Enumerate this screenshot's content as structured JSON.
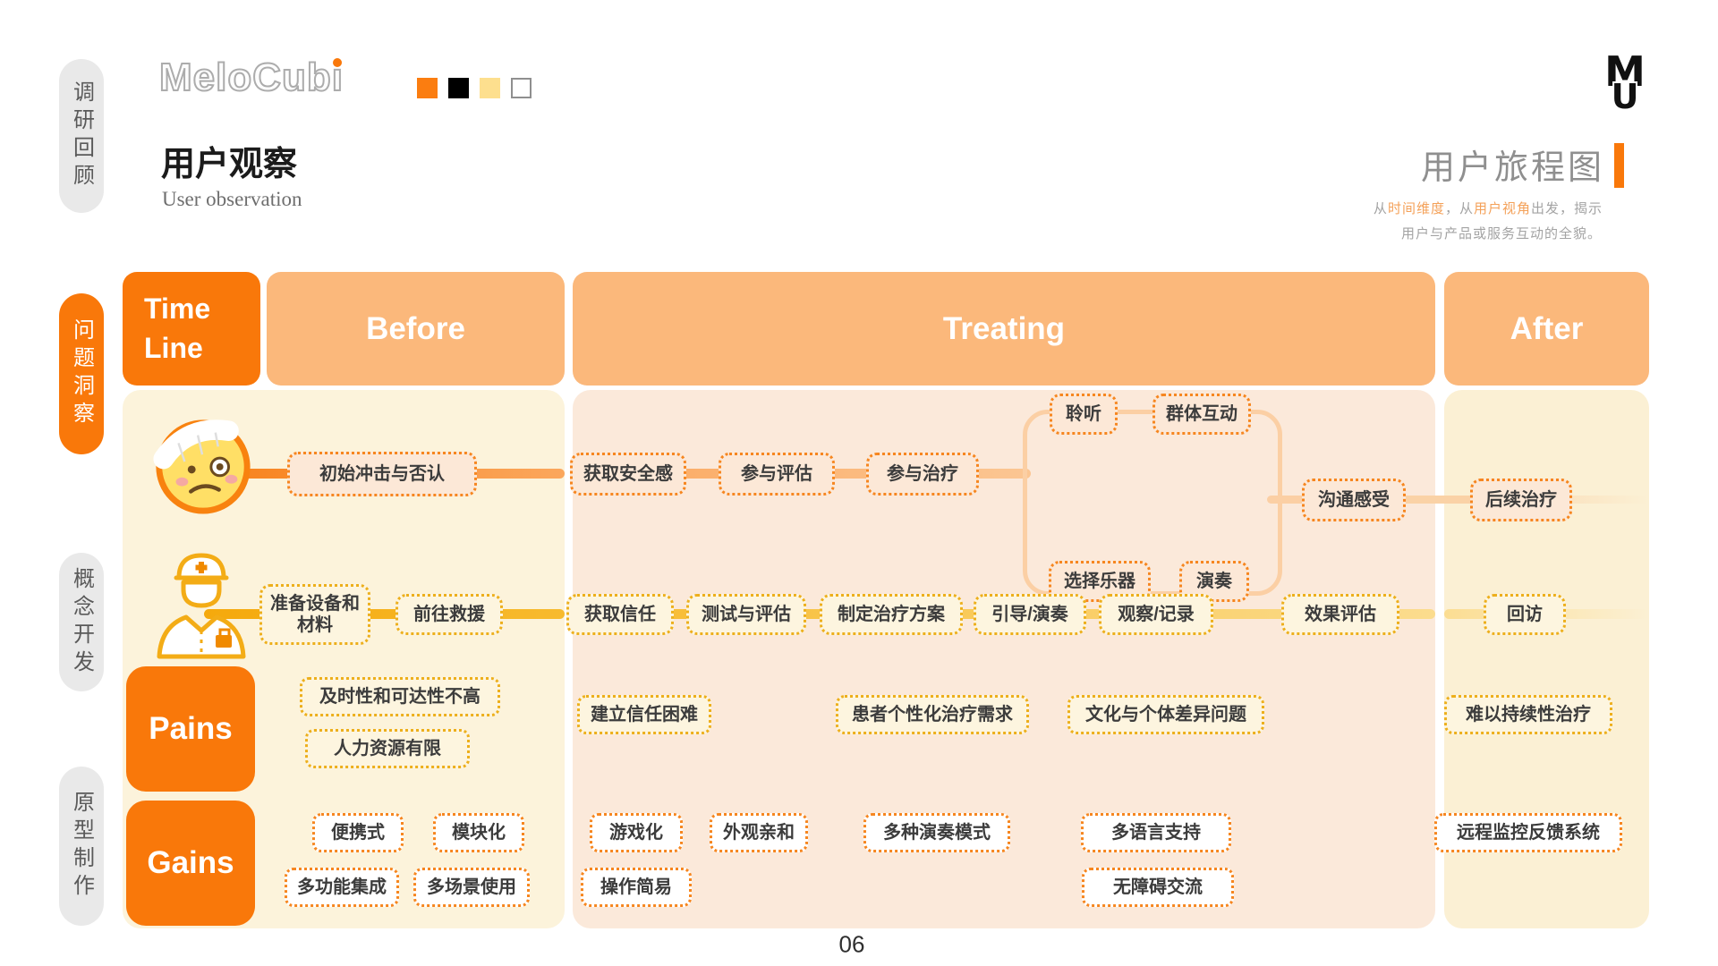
{
  "page": {
    "number": "06"
  },
  "colors": {
    "primary_orange": "#F9780A",
    "header_orange": "#FBB87B",
    "before_body_bg": "#FCF3DB",
    "treating_body_bg": "#FBE9DA",
    "after_body_bg": "#FBF0D4",
    "patient_line": "#F8811A",
    "doctor_line": "#F5A90C",
    "patient_node_border": "#F6861F",
    "doctor_node_border": "#EDAF1C"
  },
  "sidebar": {
    "items": [
      {
        "label": "调研回顾"
      },
      {
        "label": "问题洞察"
      },
      {
        "label": "概念开发"
      },
      {
        "label": "原型制作"
      }
    ]
  },
  "header": {
    "brand_text": "MeloCub",
    "brand_i": "ı",
    "swatches": [
      "#FB7D10",
      "#000000",
      "#FDDF8E",
      "#FFFFFF"
    ],
    "title": "用户观察",
    "subtitle": "User observation",
    "monogram_top": "M",
    "monogram_bottom": "U",
    "right_title": "用户旅程图",
    "desc": {
      "p1": "从",
      "hl1": "时间维度",
      "p2": "，从",
      "hl2": "用户视角",
      "p3": "出发，揭示",
      "line2": "用户与产品或服务互动的全貌。"
    }
  },
  "journey": {
    "columns": [
      "Time Line",
      "Before",
      "Treating",
      "After"
    ],
    "patient_nodes": [
      "初始冲击与否认",
      "获取安全感",
      "参与评估",
      "参与治疗",
      "聆听",
      "群体互动",
      "选择乐器",
      "演奏",
      "沟通感受",
      "后续治疗"
    ],
    "doctor_nodes": [
      "准备设备和材料",
      "前往救援",
      "获取信任",
      "测试与评估",
      "制定治疗方案",
      "引导/演奏",
      "观察/记录",
      "效果评估",
      "回访"
    ],
    "pains": {
      "label": "Pains",
      "items": [
        "及时性和可达性不高",
        "人力资源有限",
        "建立信任困难",
        "患者个性化治疗需求",
        "文化与个体差异问题",
        "难以持续性治疗"
      ]
    },
    "gains": {
      "label": "Gains",
      "items": [
        "便携式",
        "模块化",
        "多功能集成",
        "多场景使用",
        "游戏化",
        "外观亲和",
        "操作简易",
        "多种演奏模式",
        "多语言支持",
        "无障碍交流",
        "远程监控反馈系统"
      ]
    }
  }
}
